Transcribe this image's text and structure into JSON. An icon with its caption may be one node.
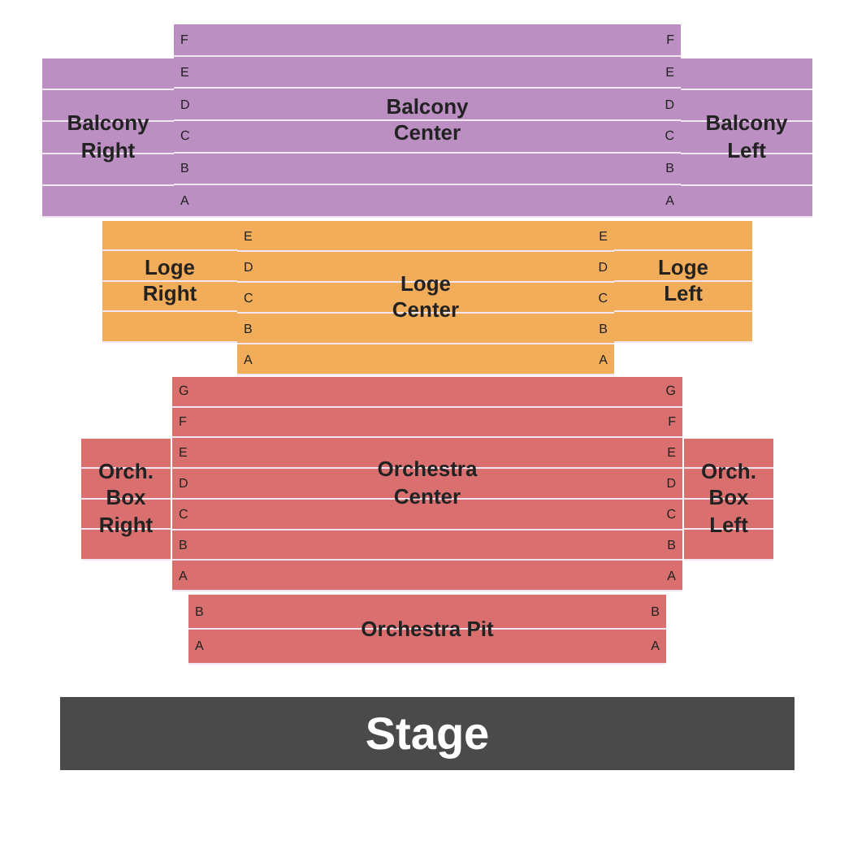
{
  "diagram": {
    "nodes": [
      {
        "text": [
          "Balcony Right"
        ]
      },
      {
        "text": [
          "Balcony Center",
          "F",
          "F",
          "E",
          "E",
          "D",
          "D",
          "C",
          "C",
          "B",
          "B",
          "A",
          "A"
        ]
      },
      {
        "text": [
          "Balcony Left"
        ]
      },
      {
        "text": [
          "Loge Right"
        ]
      },
      {
        "text": [
          "Loge Center",
          "E",
          "E",
          "D",
          "D",
          "C",
          "C",
          "B",
          "B",
          "A",
          "A"
        ]
      },
      {
        "text": [
          "Loge Left"
        ]
      },
      {
        "text": [
          "Orch. Box Right"
        ]
      },
      {
        "text": [
          "Orchestra Center",
          "G",
          "G",
          "F",
          "F",
          "E",
          "E",
          "D",
          "D",
          "C",
          "C",
          "B",
          "B",
          "A",
          "A"
        ]
      },
      {
        "text": [
          "Orch. Box Left"
        ]
      },
      {
        "text": [
          "Orchestra Pit",
          "B",
          "B",
          "A",
          "A"
        ]
      },
      {
        "text": [
          "Stage"
        ]
      }
    ]
  }
}
